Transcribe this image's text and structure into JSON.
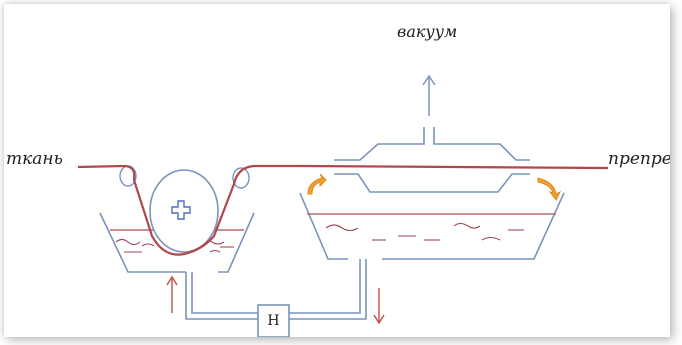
{
  "labels": {
    "vacuum": "вакуум",
    "fabric": "ткань",
    "prepreg": "препрег",
    "pump": "Н"
  },
  "colors": {
    "fabric_line": "#b0474a",
    "vessel_outline": "#7b93bd",
    "liquid_surface": "#b56b6d",
    "liquid_dashes": "#9a4a55",
    "up_arrow": "#c0504d",
    "down_arrow": "#c0504d",
    "flow_arrows": "#f0a030",
    "vacuum_arrow": "#7b93bd",
    "plus_icon": "#4a6fbf"
  },
  "icons": {
    "plus": "plus-icon",
    "flow_arrow": "curved-arrow-icon"
  }
}
